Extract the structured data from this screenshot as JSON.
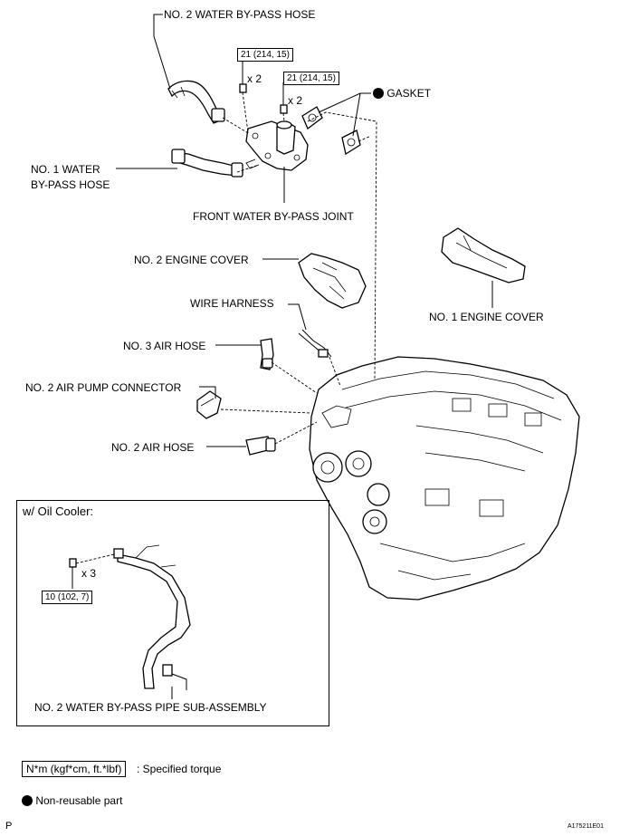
{
  "labels": {
    "no2_water_bypass_hose": "NO. 2 WATER BY-PASS HOSE",
    "gasket": "GASKET",
    "no1_water_bypass_hose_line1": "NO. 1 WATER",
    "no1_water_bypass_hose_line2": "BY-PASS HOSE",
    "front_water_bypass_joint": "FRONT WATER BY-PASS JOINT",
    "no2_engine_cover": "NO. 2 ENGINE COVER",
    "no1_engine_cover": "NO. 1 ENGINE COVER",
    "wire_harness": "WIRE HARNESS",
    "no3_air_hose": "NO. 3 AIR HOSE",
    "no2_air_pump_connector": "NO. 2 AIR PUMP CONNECTOR",
    "no2_air_hose": "NO. 2 AIR HOSE",
    "no2_water_bypass_pipe": "NO. 2 WATER BY-PASS PIPE SUB-ASSEMBLY"
  },
  "torque": {
    "bolt_a": "21 (214, 15)",
    "bolt_a_qty": "x 2",
    "bolt_b": "21 (214, 15)",
    "bolt_b_qty": "x 2",
    "oil_cooler_bolt": "10 (102, 7)",
    "oil_cooler_bolt_qty": "x 3"
  },
  "inset": {
    "title": "w/ Oil Cooler:"
  },
  "legend": {
    "torque_unit": "N*m (kgf*cm, ft.*lbf)",
    "torque_desc": ": Specified torque",
    "nonreusable": "Non-reusable part"
  },
  "footer": {
    "page_letter": "P",
    "figure_id": "A175211E01"
  }
}
